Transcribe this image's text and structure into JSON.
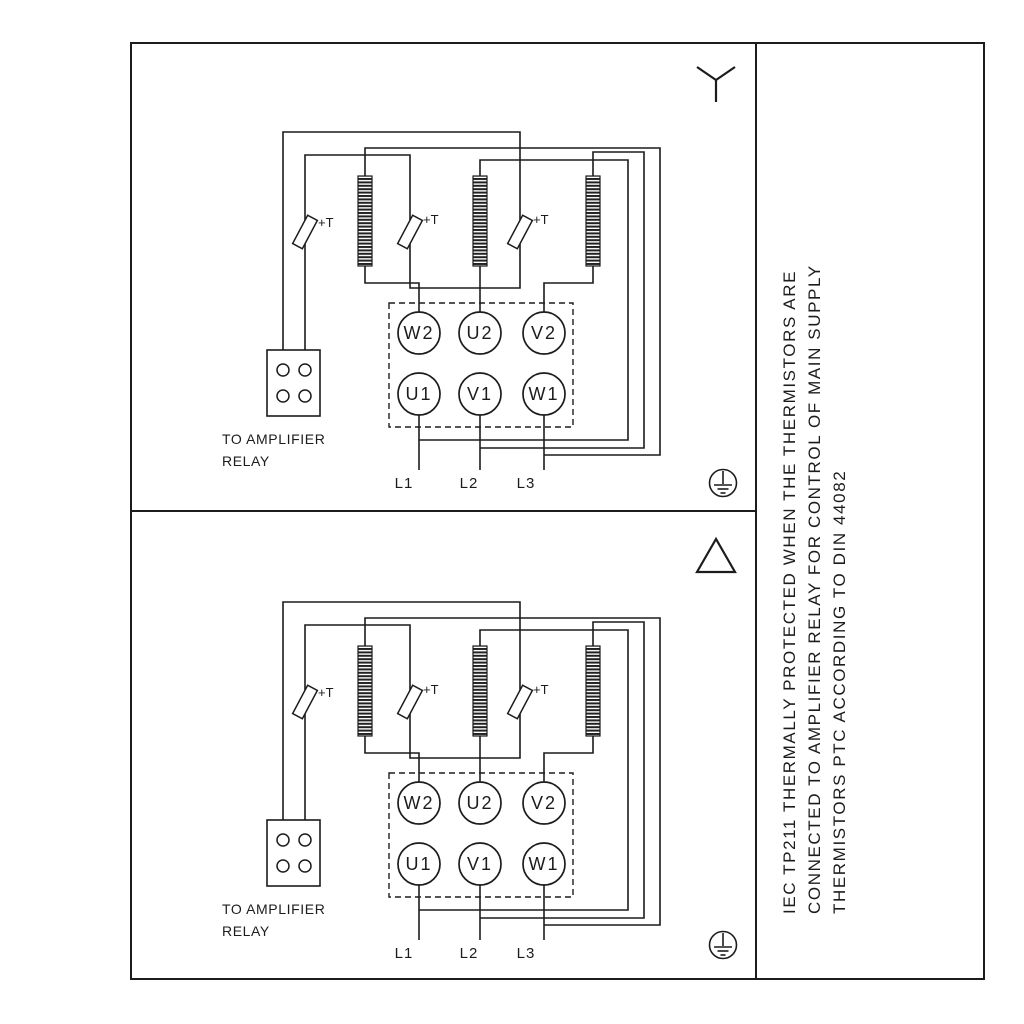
{
  "page": {
    "background": "#ffffff",
    "line_color": "#1c1c1c"
  },
  "side_note": {
    "line1": "IEC TP211 THERMALLY PROTECTED WHEN THE THERMISTORS ARE",
    "line2": "CONNECTED TO AMPLIFIER RELAY FOR CONTROL OF MAIN SUPPLY",
    "line3": "THERMISTORS PTC ACCORDING TO DIN 44082"
  },
  "panels": [
    {
      "connection": "star",
      "thermistor_labels": [
        "+T",
        "+T",
        "+T"
      ],
      "terminals_top": [
        "W2",
        "U2",
        "V2"
      ],
      "terminals_bottom": [
        "U1",
        "V1",
        "W1"
      ],
      "supply_lines": [
        "L1",
        "L2",
        "L3"
      ],
      "relay_caption": [
        "TO AMPLIFIER",
        "RELAY"
      ]
    },
    {
      "connection": "delta",
      "thermistor_labels": [
        "+T",
        "+T",
        "+T"
      ],
      "terminals_top": [
        "W2",
        "U2",
        "V2"
      ],
      "terminals_bottom": [
        "U1",
        "V1",
        "W1"
      ],
      "supply_lines": [
        "L1",
        "L2",
        "L3"
      ],
      "relay_caption": [
        "TO AMPLIFIER",
        "RELAY"
      ]
    }
  ]
}
